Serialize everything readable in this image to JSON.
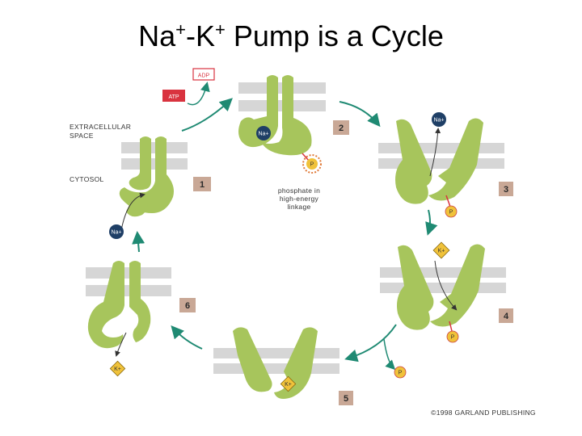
{
  "title": {
    "prefix": "Na",
    "sup1": "+",
    "mid": "-K",
    "sup2": "+",
    "suffix": " Pump is a Cycle"
  },
  "labels": {
    "extracellular_line1": "EXTRACELLULAR",
    "extracellular_line2": "SPACE",
    "cytosol": "CYTOSOL",
    "phosphate_line1": "phosphate in",
    "phosphate_line2": "high-energy",
    "phosphate_line3": "linkage",
    "copyright": "©1998 GARLAND PUBLISHING"
  },
  "ions": {
    "na": "Na+",
    "k": "K+",
    "p": "P",
    "atp": "ATP",
    "adp": "ADP"
  },
  "steps": [
    "1",
    "2",
    "3",
    "4",
    "5",
    "6"
  ],
  "colors": {
    "protein": "#a7c55c",
    "membrane": "#d6d6d6",
    "arrow": "#1f8a73",
    "na": "#1f3f66",
    "k": "#f0c23a",
    "p": "#f0c23a",
    "atp": "#d9333f",
    "step_box": "#c9a896"
  }
}
